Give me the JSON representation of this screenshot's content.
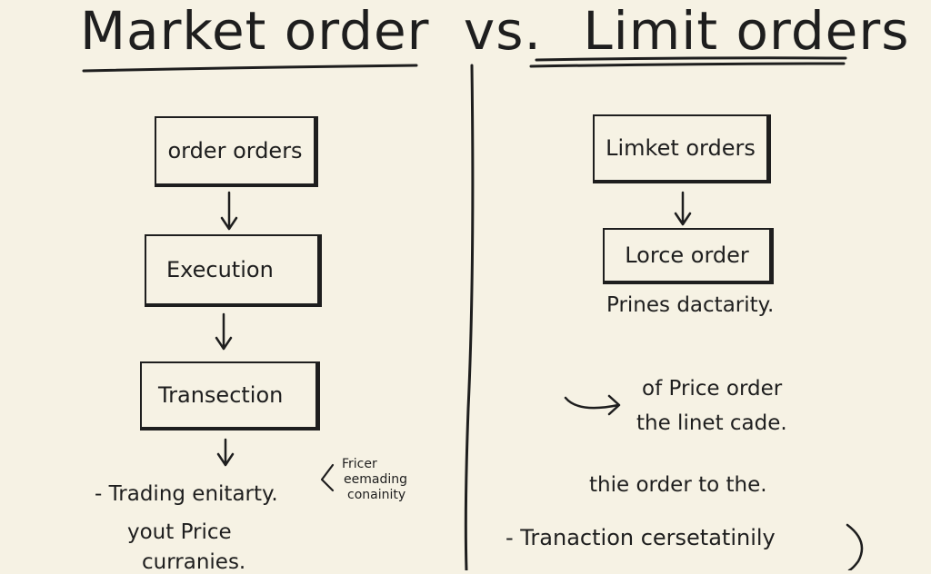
{
  "title": {
    "part1": "Market order",
    "vs": "vs.",
    "part2": "Limit orders"
  },
  "left": {
    "box1": "order orders",
    "box2": "Execution",
    "box3": "Transection",
    "bullet1": "- Trading enitarty.",
    "line2": "yout Price",
    "line3": "curranies.",
    "side_note": [
      "Fricer",
      "eemading",
      "conainity"
    ]
  },
  "right": {
    "box1": "Limket orders",
    "box2": "Lorce order",
    "caption": "Prines dactarity.",
    "line1": "of Price order",
    "line2": "the linet cade.",
    "line3": "thie order to the.",
    "bullet1": "- Tranaction cersetatinily"
  }
}
